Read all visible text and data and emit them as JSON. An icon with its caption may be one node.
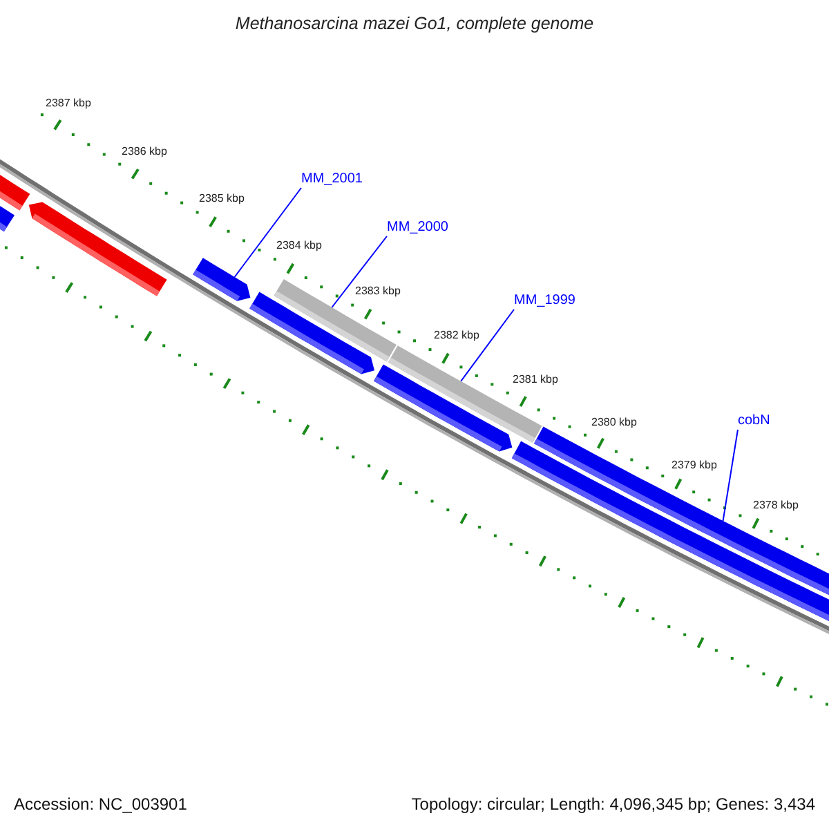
{
  "diagram": {
    "title": "Methanosarcina mazei Go1, complete genome",
    "nodes": [
      {
        "text": [
          "MM_2001"
        ]
      },
      {
        "text": [
          "MM_2000"
        ]
      },
      {
        "text": [
          "MM_1999"
        ]
      },
      {
        "text": [
          "cobN"
        ]
      },
      {
        "text": [],
        "shape": "bar"
      },
      {
        "text": [],
        "shape": "bar"
      },
      {
        "text": [],
        "shape": "bar"
      },
      {
        "text": [],
        "shape": "bar"
      }
    ],
    "edges": [
      {
        "from": 0,
        "to": 4,
        "arrow": "none"
      },
      {
        "from": 1,
        "to": 5,
        "arrow": "none"
      },
      {
        "from": 2,
        "to": 6,
        "arrow": "none"
      },
      {
        "from": 3,
        "to": 7,
        "arrow": "none"
      }
    ],
    "labels": [
      "2387 kbp",
      "2386 kbp",
      "2385 kbp",
      "2384 kbp",
      "2383 kbp",
      "2382 kbp",
      "2381 kbp",
      "2380 kbp",
      "2379 kbp",
      "2378 kbp",
      "Accession: NC_003901",
      "Topology: circular; Length: 4,096,345 bp; Genes: 3,434"
    ]
  }
}
